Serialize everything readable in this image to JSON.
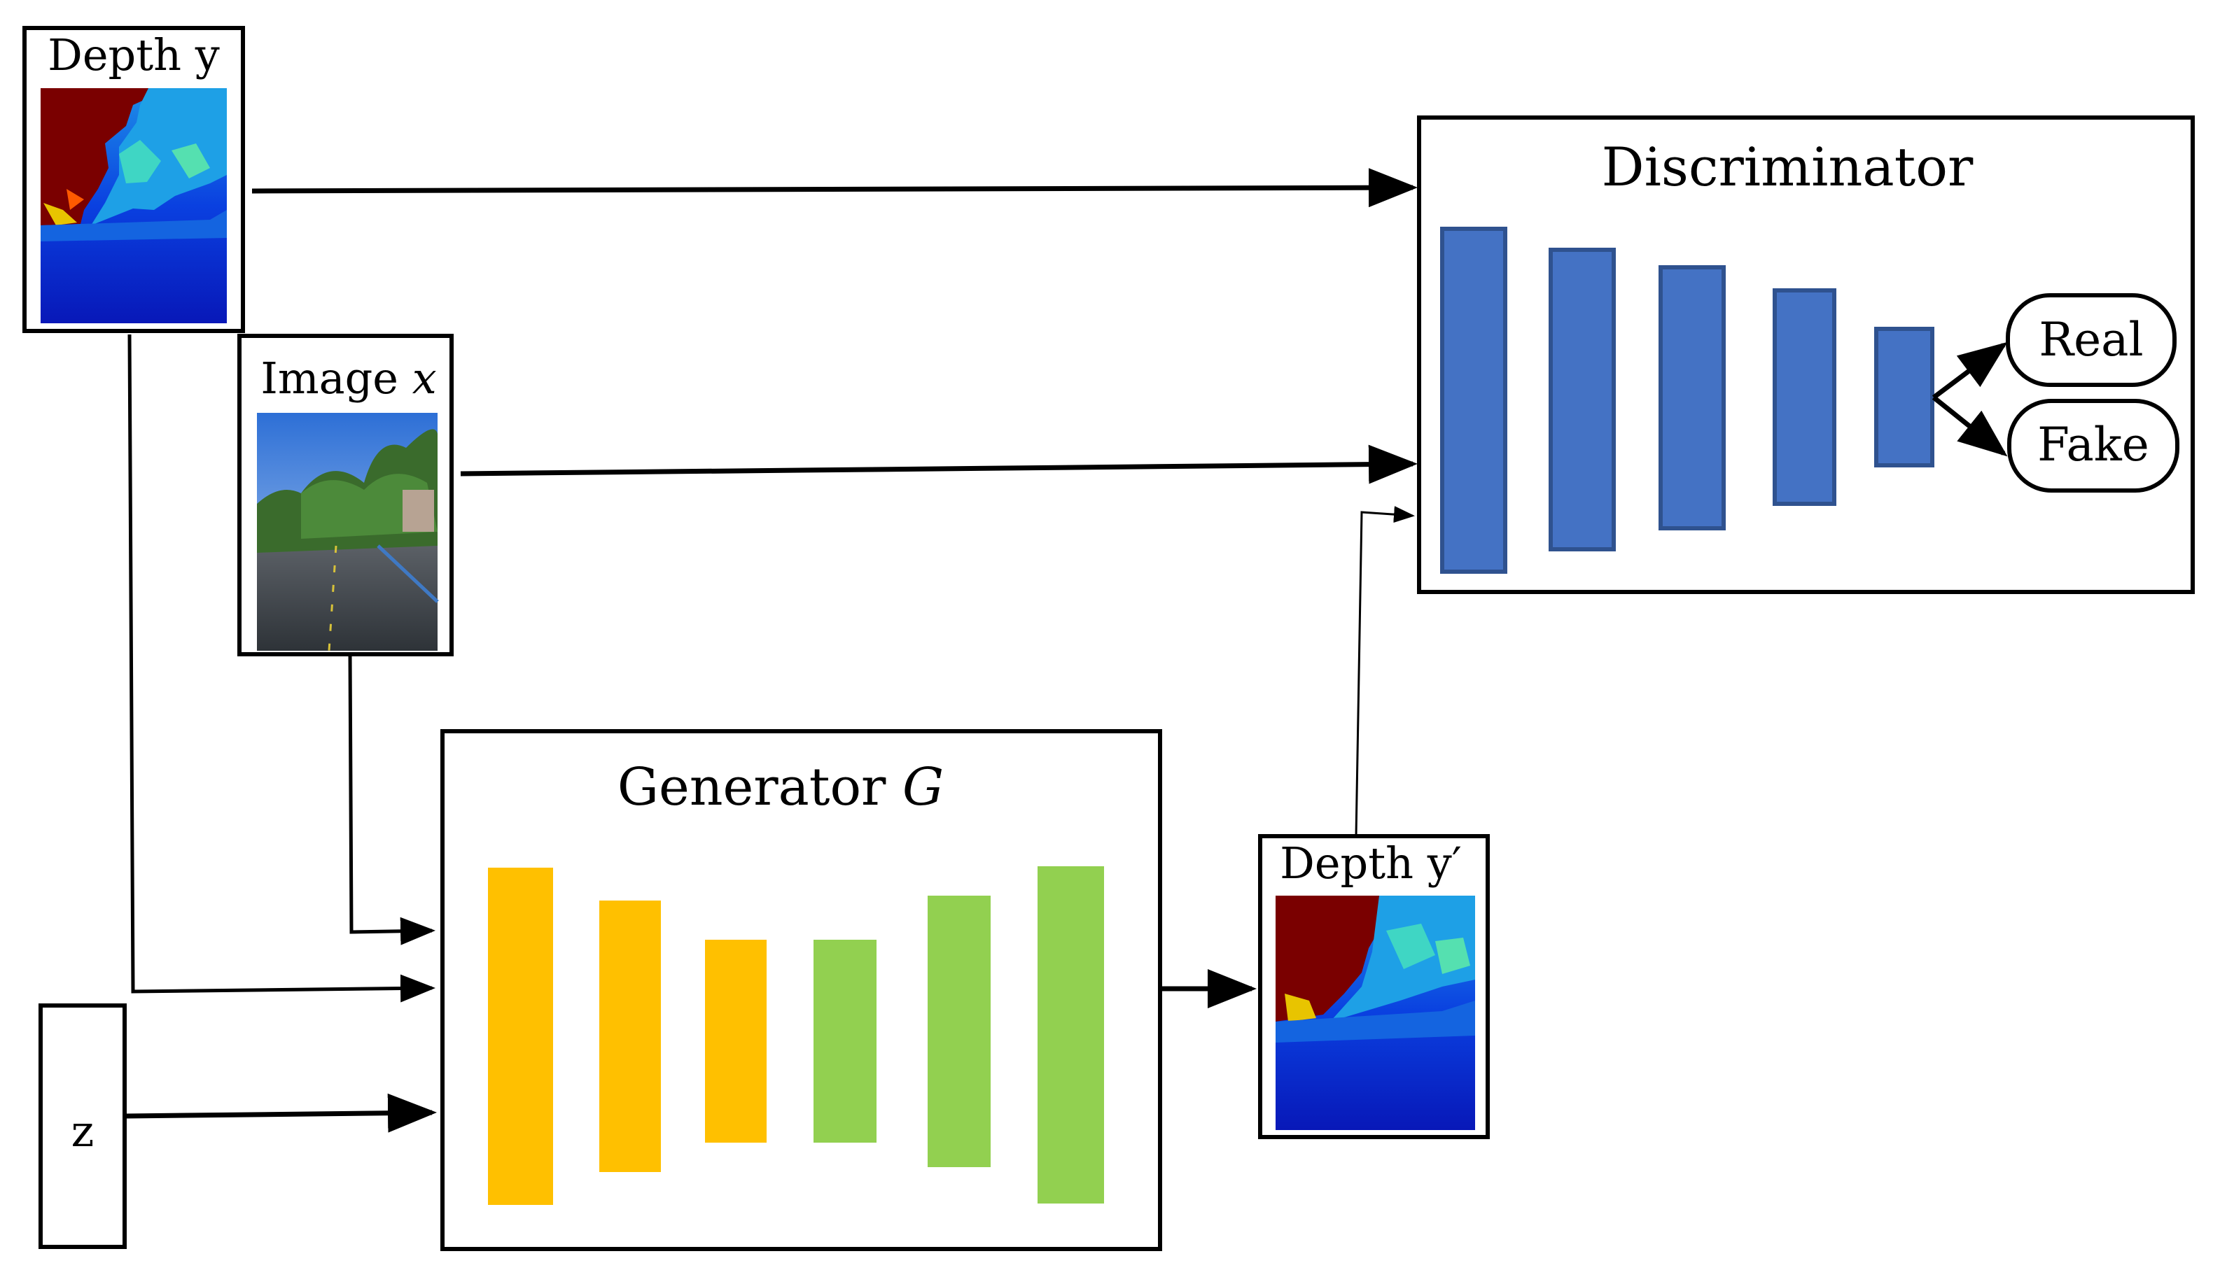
{
  "depth_y": {
    "label": "Depth y"
  },
  "image_x": {
    "label": "Image ",
    "var": "x"
  },
  "depth_y_prime": {
    "label": "Depth y′"
  },
  "noise": {
    "label": "z"
  },
  "generator": {
    "label": "Generator ",
    "var": "G"
  },
  "discriminator": {
    "label": "Discriminator",
    "outputs": [
      "Real",
      "Fake"
    ]
  },
  "colors": {
    "encoder": "#FFC000",
    "decoder": "#92D050",
    "discriminator_layer": "#4472C4",
    "discriminator_stroke": "#2F528F",
    "depth_far": "#0a2ad8",
    "depth_near": "#7a0000",
    "depth_mid": "#1ea0e6"
  }
}
